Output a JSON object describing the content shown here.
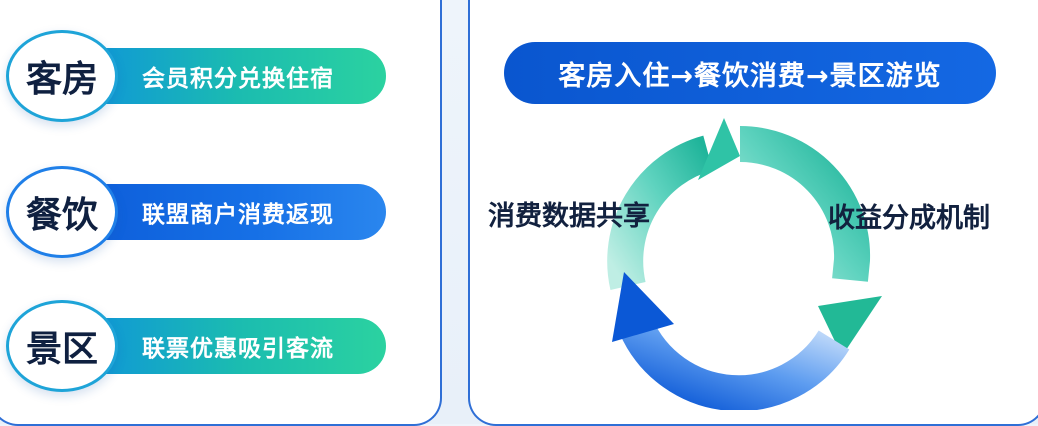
{
  "rows": [
    {
      "name": "客房",
      "desc": "会员积分兑换住宿",
      "style": "teal"
    },
    {
      "name": "餐饮",
      "desc": "联盟商户消费返现",
      "style": "blue"
    },
    {
      "name": "景区",
      "desc": "联票优惠吸引客流",
      "style": "teal"
    }
  ],
  "flow": {
    "title": "客房入住→餐饮消费→景区游览",
    "left_label": "消费数据共享",
    "right_label": "收益分成机制"
  },
  "colors": {
    "teal": "#1bbcb0",
    "blue": "#1468e3",
    "border": "#2f6fd6",
    "text_dark": "#12213f"
  }
}
